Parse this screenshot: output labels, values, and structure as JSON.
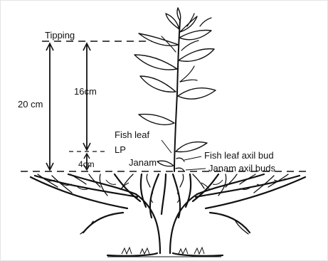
{
  "labels": {
    "tipping": "Tipping",
    "height_20cm": "20 cm",
    "height_16cm": "16cm",
    "height_4cm": "4cm",
    "fish_leaf": "Fish leaf",
    "lp": "LP",
    "janam": "Janam",
    "fish_leaf_axil_bud": "Fish leaf axil bud",
    "janam_axil_buds": "Janam axil buds"
  },
  "colors": {
    "ink": "#111111",
    "background": "#ffffff"
  }
}
